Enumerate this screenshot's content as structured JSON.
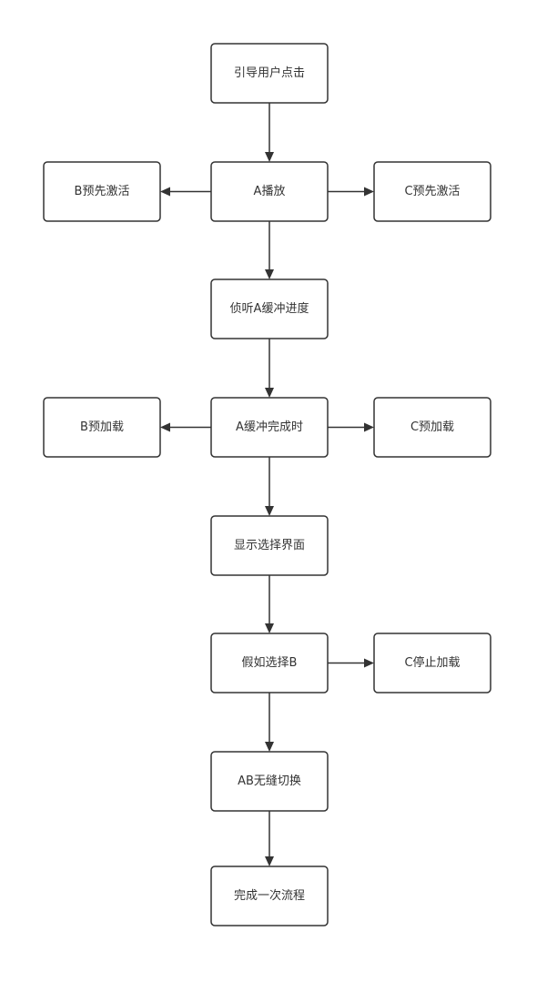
{
  "diagram": {
    "type": "flowchart",
    "line_color": "#333333",
    "box_fill": "#ffffff",
    "nodes": [
      {
        "id": "guide-user-click",
        "label": "引导用户点击"
      },
      {
        "id": "a-play",
        "label": "A播放"
      },
      {
        "id": "b-pre-activate",
        "label": "B预先激活"
      },
      {
        "id": "c-pre-activate",
        "label": "C预先激活"
      },
      {
        "id": "listen-a-buffer",
        "label": "侦听A缓冲进度"
      },
      {
        "id": "a-buffer-done",
        "label": "A缓冲完成时"
      },
      {
        "id": "b-preload",
        "label": "B预加载"
      },
      {
        "id": "c-preload",
        "label": "C预加载"
      },
      {
        "id": "show-choice",
        "label": "显示选择界面"
      },
      {
        "id": "if-choose-b",
        "label": "假如选择B"
      },
      {
        "id": "c-stop-load",
        "label": "C停止加载"
      },
      {
        "id": "ab-seamless-switch",
        "label": "AB无缝切换"
      },
      {
        "id": "flow-complete",
        "label": "完成一次流程"
      }
    ],
    "edges": [
      {
        "from": "guide-user-click",
        "to": "a-play"
      },
      {
        "from": "a-play",
        "to": "b-pre-activate"
      },
      {
        "from": "a-play",
        "to": "c-pre-activate"
      },
      {
        "from": "a-play",
        "to": "listen-a-buffer"
      },
      {
        "from": "listen-a-buffer",
        "to": "a-buffer-done"
      },
      {
        "from": "a-buffer-done",
        "to": "b-preload"
      },
      {
        "from": "a-buffer-done",
        "to": "c-preload"
      },
      {
        "from": "a-buffer-done",
        "to": "show-choice"
      },
      {
        "from": "show-choice",
        "to": "if-choose-b"
      },
      {
        "from": "if-choose-b",
        "to": "c-stop-load"
      },
      {
        "from": "if-choose-b",
        "to": "ab-seamless-switch"
      },
      {
        "from": "ab-seamless-switch",
        "to": "flow-complete"
      }
    ]
  }
}
